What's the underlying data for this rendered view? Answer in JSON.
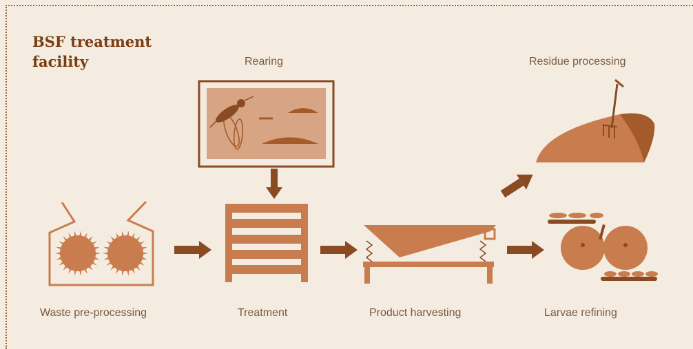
{
  "title": "BSF treatment facility",
  "labels": {
    "rearing": "Rearing",
    "residue_processing": "Residue processing",
    "waste_preprocessing": "Waste pre-processing",
    "treatment": "Treatment",
    "product_harvesting": "Product harvesting",
    "larvae_refining": "Larvae refining"
  },
  "colors": {
    "background": "#f4ece0",
    "main": "#c97d4e",
    "dark": "#8a4a22",
    "title": "#7a3d12",
    "label": "#7a5a3e"
  }
}
